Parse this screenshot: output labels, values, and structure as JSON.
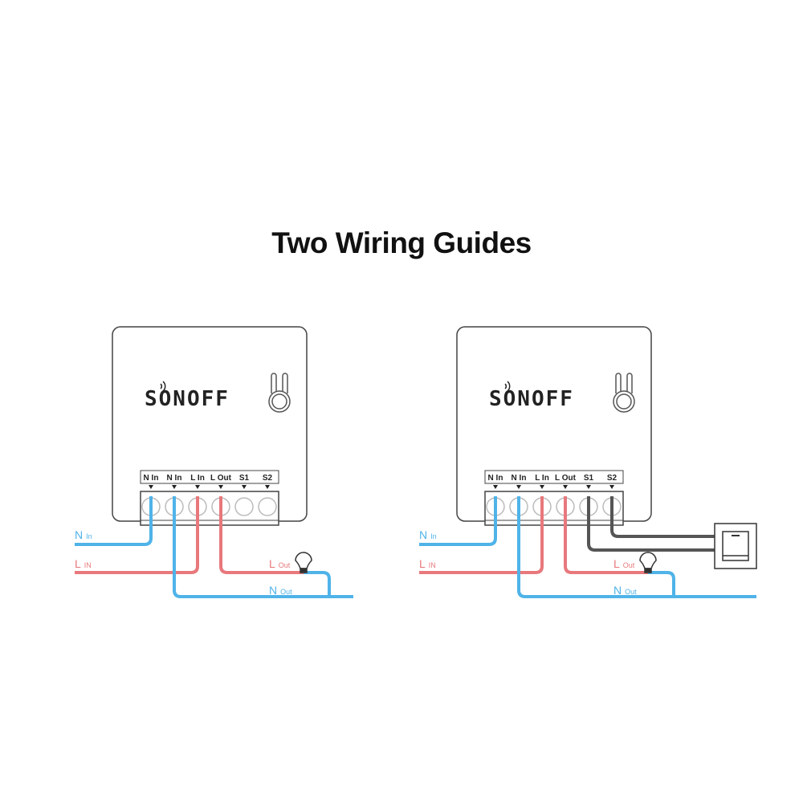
{
  "title": "Two Wiring Guides",
  "colors": {
    "neutral_wire": "#4fb3e8",
    "live_wire": "#e8787c",
    "switch_wire": "#555555",
    "outline": "#444444"
  },
  "diagrams": [
    {
      "brand_logo": "SONOFF",
      "terminals": [
        "N In",
        "N In",
        "L In",
        "L Out",
        "S1",
        "S2"
      ],
      "labels": {
        "n_in": "N",
        "n_in_sub": "In",
        "l_in": "L",
        "l_in_sub": "IN",
        "l_out": "L",
        "l_out_sub": "Out",
        "n_out": "N",
        "n_out_sub": "Out"
      }
    },
    {
      "brand_logo": "SONOFF",
      "terminals": [
        "N In",
        "N In",
        "L In",
        "L Out",
        "S1",
        "S2"
      ],
      "labels": {
        "n_in": "N",
        "n_in_sub": "In",
        "l_in": "L",
        "l_in_sub": "IN",
        "l_out": "L",
        "l_out_sub": "Out",
        "n_out": "N",
        "n_out_sub": "Out"
      },
      "wall_switch": true
    }
  ]
}
